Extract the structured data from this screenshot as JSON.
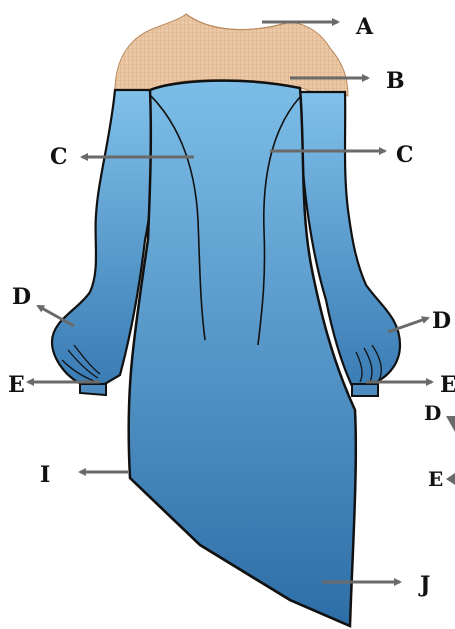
{
  "colors": {
    "dress_light": "#7cbde8",
    "dress_dark": "#2e6ea6",
    "outline": "#111111",
    "mesh": "#e8c6a2",
    "mesh_line": "#c99a70",
    "arrow": "#6a6a6a"
  },
  "labels": {
    "neckline": "A",
    "shoulder_seam": "B",
    "princess_seam_left": "C",
    "princess_seam_right": "C",
    "sleeve_left": "D",
    "sleeve_right": "D",
    "cuff_left": "E",
    "cuff_right": "E",
    "cut_off_d": "D",
    "cut_off_e": "E",
    "hem_left": "I",
    "hem_right": "J"
  }
}
